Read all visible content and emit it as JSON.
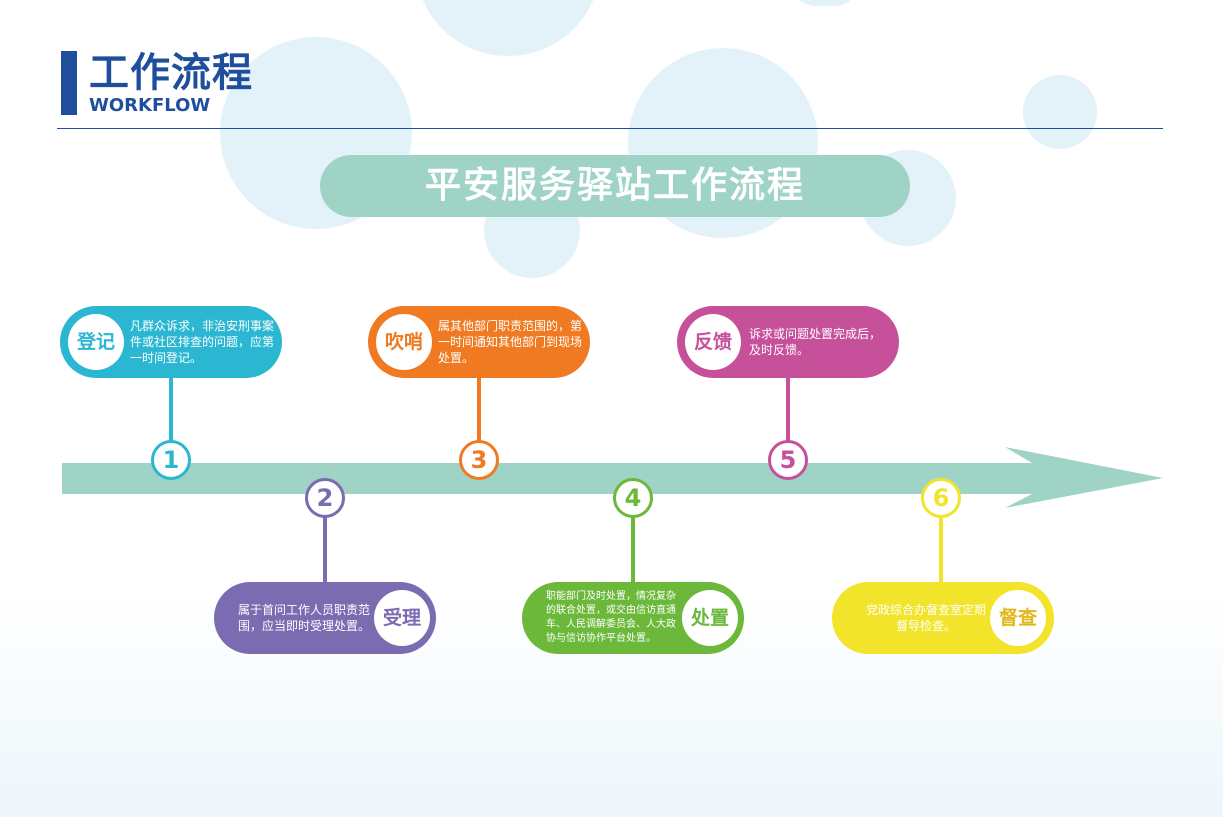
{
  "header": {
    "title": "工作流程",
    "subtitle": "WORKFLOW"
  },
  "main_title": "平安服务驿站工作流程",
  "colors": {
    "brand_blue": "#1f4e9c",
    "arrow": "#9fd3c5",
    "step1": "#2bb6d2",
    "step2": "#7b6bb0",
    "step3": "#ef7a22",
    "step4": "#6bb83a",
    "step5": "#c7509b",
    "step6": "#f2e42a"
  },
  "steps": [
    {
      "number": "1",
      "label": "登记",
      "text": "凡群众诉求，非治安刑事案件或社区排查的问题，应第一时间登记。"
    },
    {
      "number": "2",
      "label": "受理",
      "text": "属于首问工作人员职责范围，应当即时受理处置。"
    },
    {
      "number": "3",
      "label": "吹哨",
      "text": "属其他部门职责范围的，第一时间通知其他部门到现场处置。"
    },
    {
      "number": "4",
      "label": "处置",
      "text": "职能部门及时处置，情况复杂的联合处置，或交由信访直通车、人民调解委员会、人大政协与信访协作平台处置。"
    },
    {
      "number": "5",
      "label": "反馈",
      "text": "诉求或问题处置完成后，及时反馈。"
    },
    {
      "number": "6",
      "label": "督查",
      "text": "党政综合办督查室定期督导检查。"
    }
  ]
}
